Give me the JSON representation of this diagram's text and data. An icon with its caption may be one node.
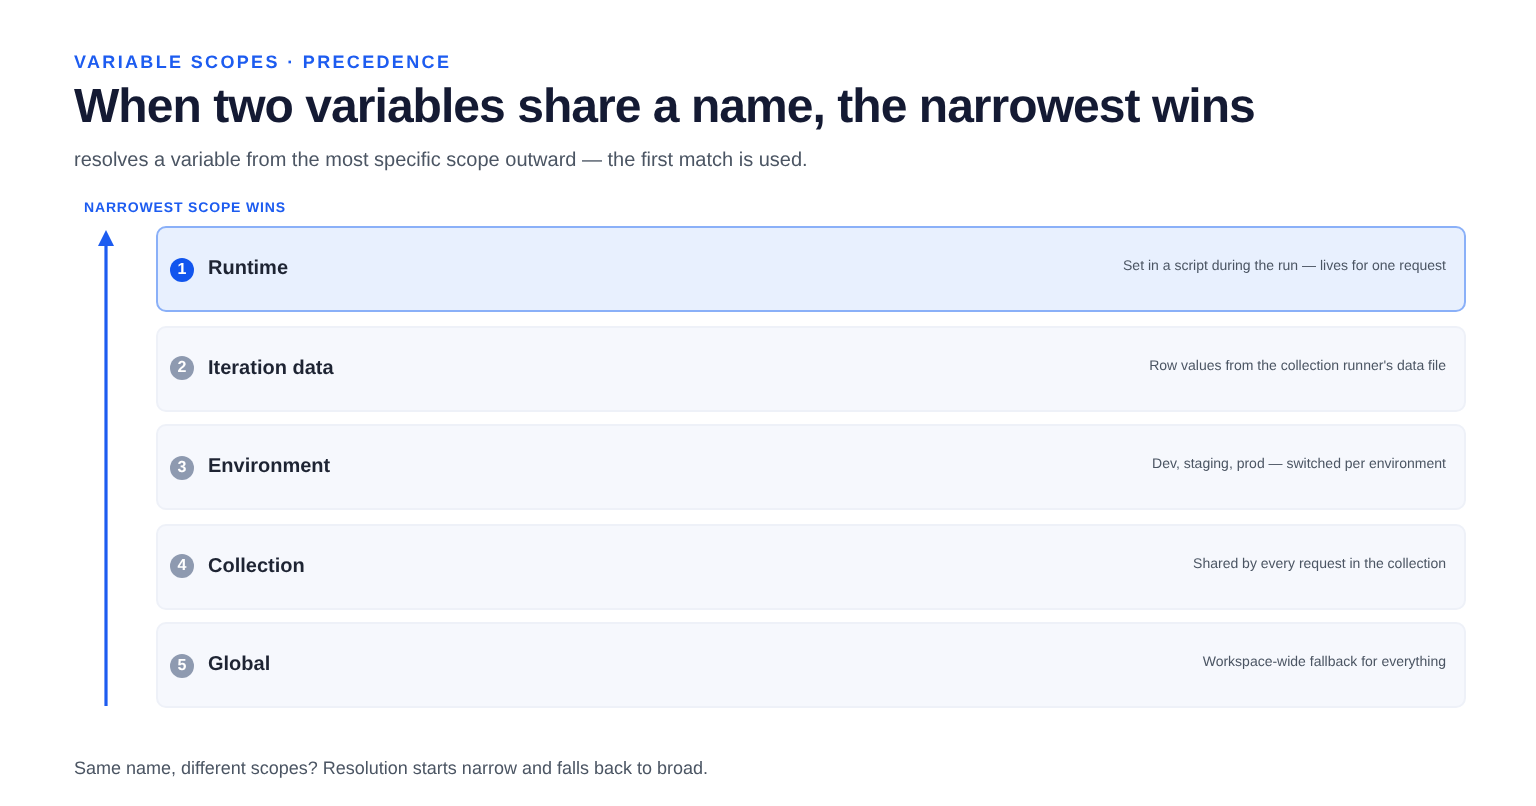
{
  "diagram": {
    "title": "When two variables share a name, the narrowest wins",
    "caption": "Same name, different scopes? Resolution starts narrow and falls back to broad.",
    "nodes": [
      {
        "text": [
          "Runtime",
          "Set in a script during the run — lives for one request"
        ]
      },
      {
        "text": [
          "1"
        ],
        "in": 0
      },
      {
        "text": [
          "Iteration data",
          "Row values from the collection runner's data file"
        ]
      },
      {
        "text": [
          "2"
        ],
        "in": 2
      },
      {
        "text": [
          "Environment",
          "Dev, staging, prod — switched per environment"
        ]
      },
      {
        "text": [
          "3"
        ],
        "in": 4
      },
      {
        "text": [
          "Collection",
          "Shared by every request in the collection"
        ]
      },
      {
        "text": [
          "4"
        ],
        "in": 6
      },
      {
        "text": [
          "Global",
          "Workspace-wide fallback for everything"
        ]
      },
      {
        "text": [
          "5"
        ],
        "in": 8
      }
    ],
    "labels": [
      "VARIABLE SCOPES · PRECEDENCE",
      "resolves a variable from the most specific scope outward — the first match is used.",
      "NARROWEST SCOPE WINS"
    ]
  }
}
